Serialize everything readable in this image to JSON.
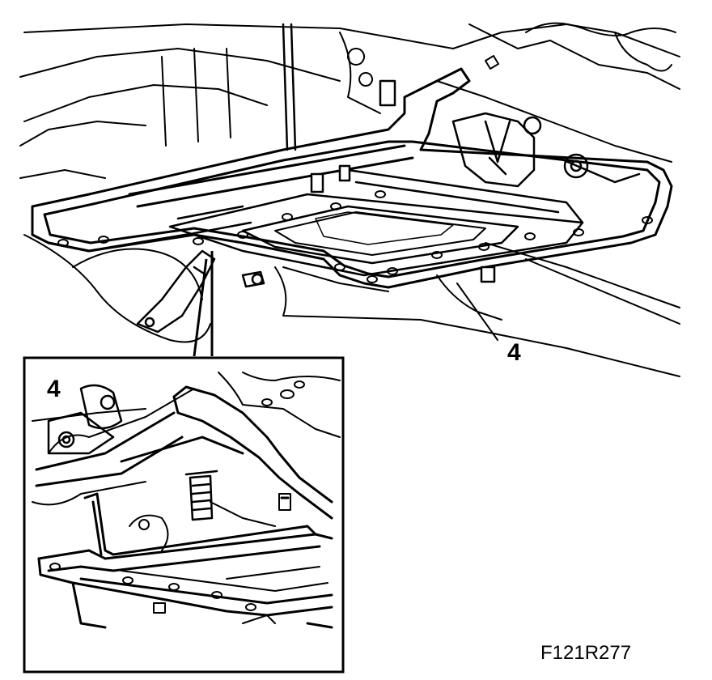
{
  "diagram": {
    "callout_main": "4",
    "callout_inset": "4",
    "figure_code": "F121R277",
    "colors": {
      "line": "#000000",
      "background": "#ffffff"
    }
  }
}
